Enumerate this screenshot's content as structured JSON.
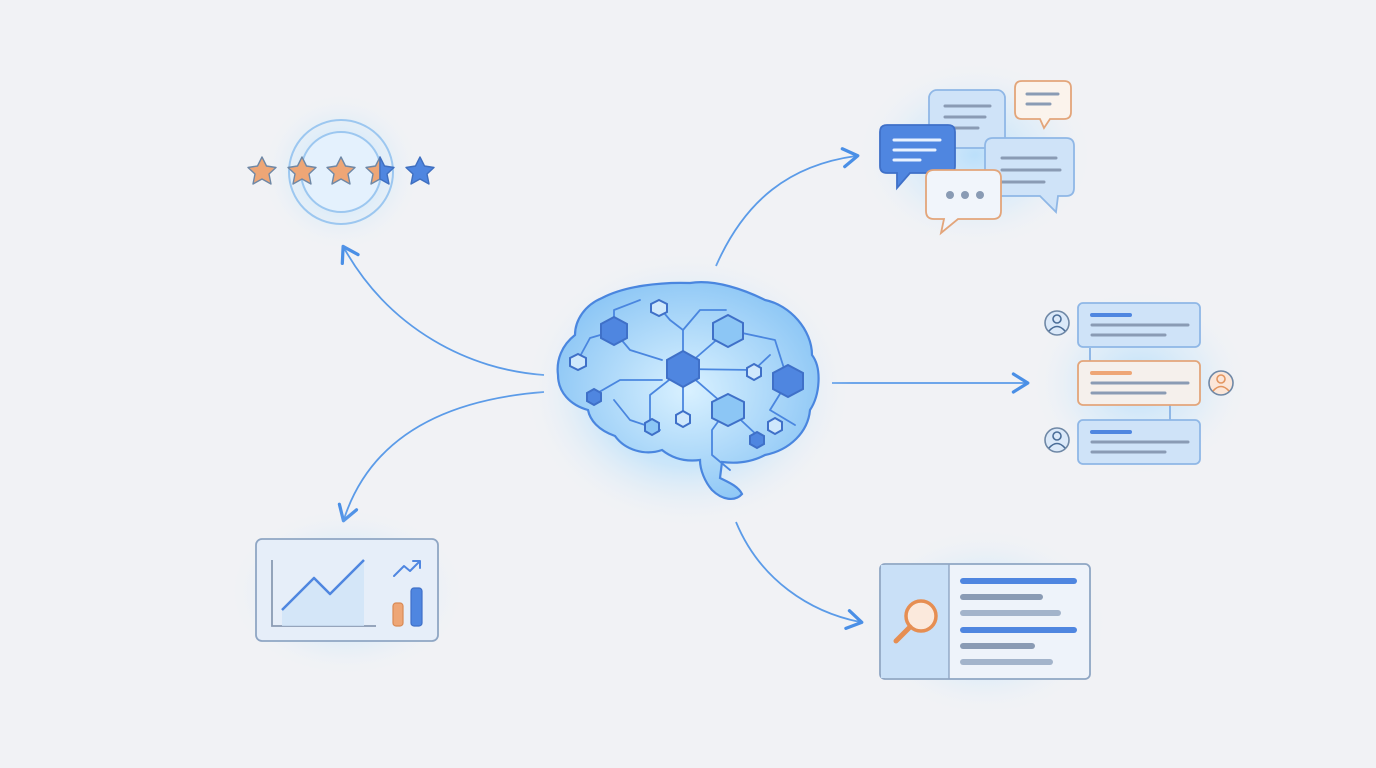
{
  "colors": {
    "background": "#f1f2f5",
    "blue": "#3f7fe0",
    "blue_light": "#a9cdf3",
    "blue_fill": "#cfe3f8",
    "orange": "#e8a070",
    "gray_line": "#8a9bb4"
  },
  "nodes": {
    "center": {
      "icon": "brain-network-icon"
    },
    "rating": {
      "icon": "star-rating-icon",
      "stars_total": 5,
      "stars_filled": 3.5
    },
    "chat": {
      "icon": "chat-bubbles-icon"
    },
    "comments": {
      "icon": "comment-thread-icon"
    },
    "analytics": {
      "icon": "trend-chart-icon"
    },
    "search": {
      "icon": "search-document-icon"
    }
  },
  "edges": [
    {
      "from": "center",
      "to": "rating"
    },
    {
      "from": "center",
      "to": "chat"
    },
    {
      "from": "center",
      "to": "comments"
    },
    {
      "from": "center",
      "to": "analytics"
    },
    {
      "from": "center",
      "to": "search"
    }
  ]
}
